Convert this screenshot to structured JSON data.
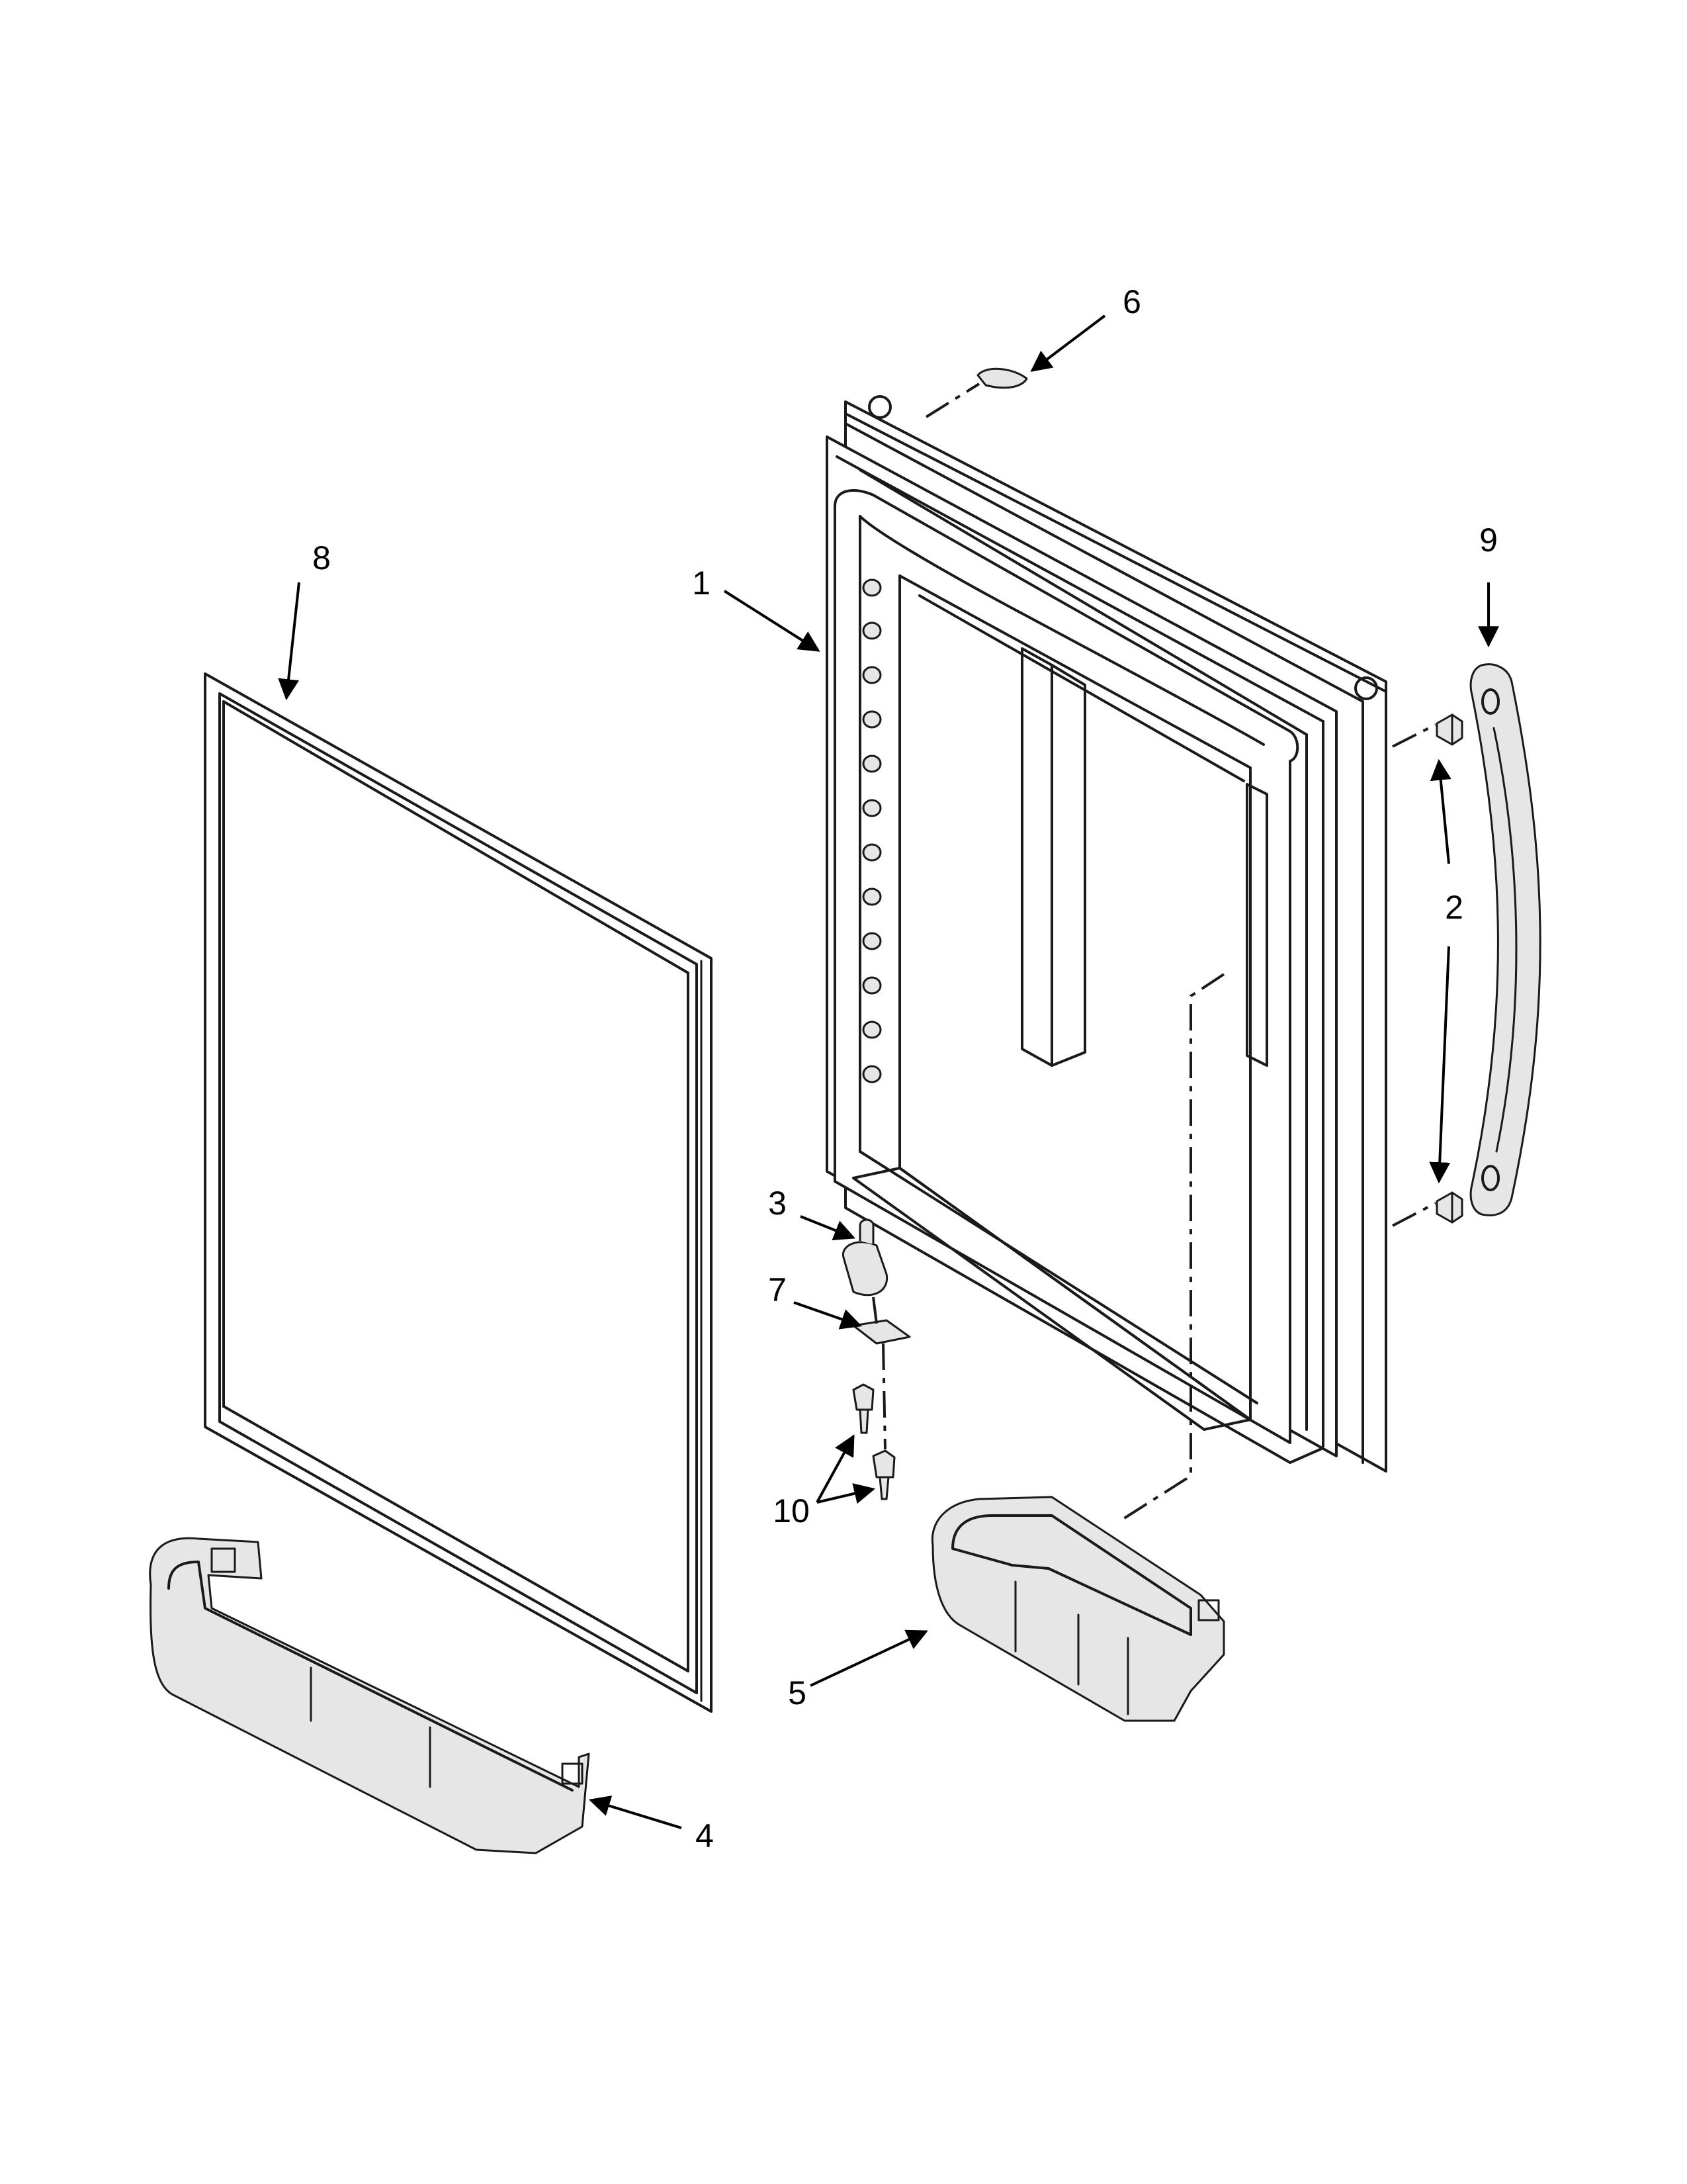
{
  "callouts": {
    "c1": "1",
    "c2": "2",
    "c3": "3",
    "c4": "4",
    "c5": "5",
    "c6": "6",
    "c7": "7",
    "c8": "8",
    "c9": "9",
    "c10": "10"
  },
  "colors": {
    "line": "#1a1a1a",
    "background": "#ffffff",
    "part_fill": "#e6e6e6"
  }
}
